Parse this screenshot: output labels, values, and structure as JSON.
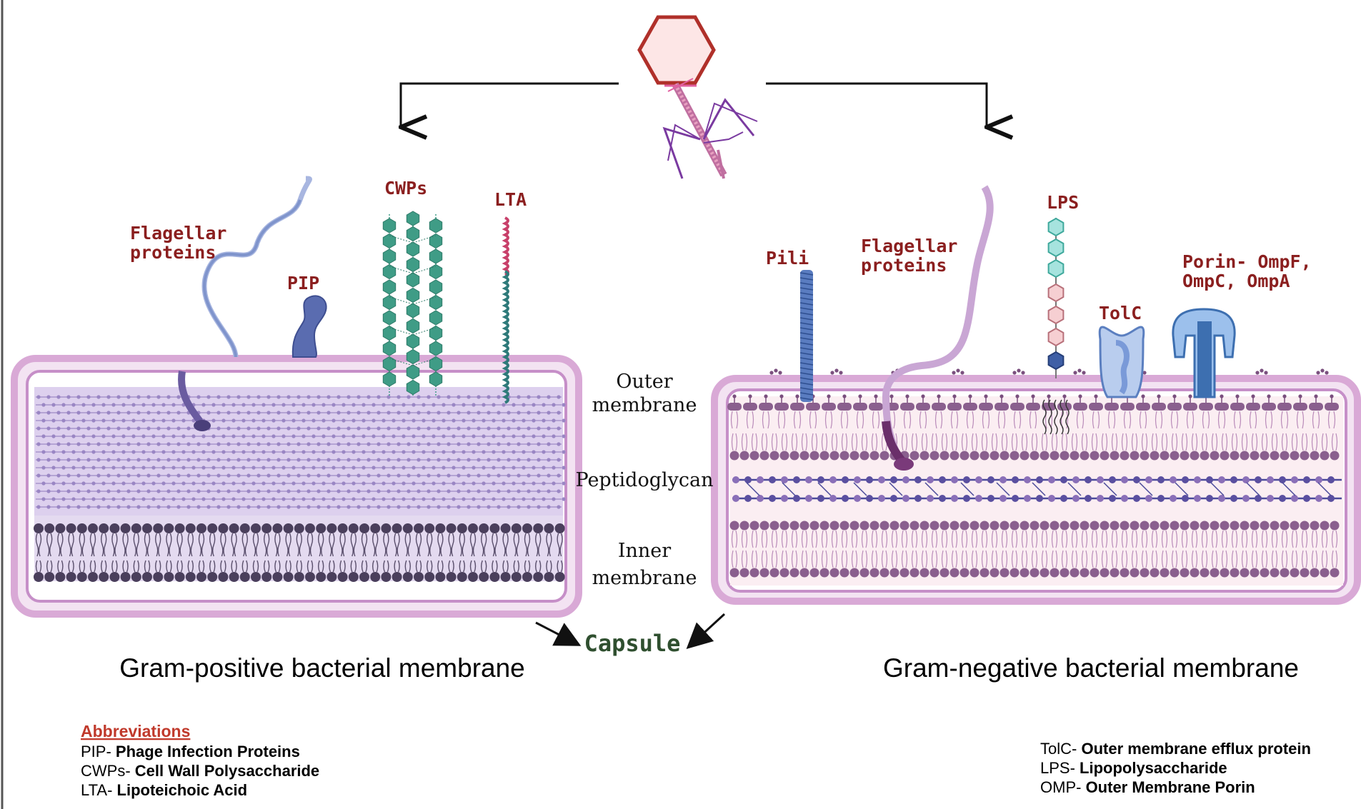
{
  "labels": {
    "flagellar_pos_line1": "Flagellar",
    "flagellar_pos_line2": "proteins",
    "pip": "PIP",
    "cwps": "CWPs",
    "lta": "LTA",
    "pili": "Pili",
    "flagellar_neg_line1": "Flagellar",
    "flagellar_neg_line2": "proteins",
    "lps": "LPS",
    "tolc": "TolC",
    "porin_line1": "Porin- OmpF,",
    "porin_line2": "OmpC, OmpA",
    "outer_line1": "Outer",
    "outer_line2": "membrane",
    "peptidoglycan": "Peptidoglycan",
    "inner_line1": "Inner",
    "inner_line2": "membrane",
    "capsule": "Capsule",
    "gram_pos_title": "Gram-positive bacterial membrane",
    "gram_neg_title": "Gram-negative bacterial membrane"
  },
  "abbreviations_left": {
    "heading": "Abbreviations",
    "items": [
      {
        "abbr": "PIP- ",
        "full": "Phage Infection Proteins"
      },
      {
        "abbr": "CWPs- ",
        "full": "Cell Wall Polysaccharide"
      },
      {
        "abbr": "LTA- ",
        "full": "Lipoteichoic Acid"
      }
    ]
  },
  "abbreviations_right": {
    "items": [
      {
        "abbr": "TolC- ",
        "full": "Outer membrane efflux protein"
      },
      {
        "abbr": "LPS- ",
        "full": "Lipopolysaccharide"
      },
      {
        "abbr": "OMP- ",
        "full": "Outer Membrane Porin"
      }
    ]
  },
  "colors": {
    "label_red": "#8b1f1f",
    "capsule_pink": "#d9a9d6",
    "wall_lavender": "#d9c8ec",
    "lipid_dark": "#4a3f5c",
    "cwps_green": "#3f9c86",
    "pili_blue": "#5a7cc0",
    "phage_red": "#b0302a"
  }
}
